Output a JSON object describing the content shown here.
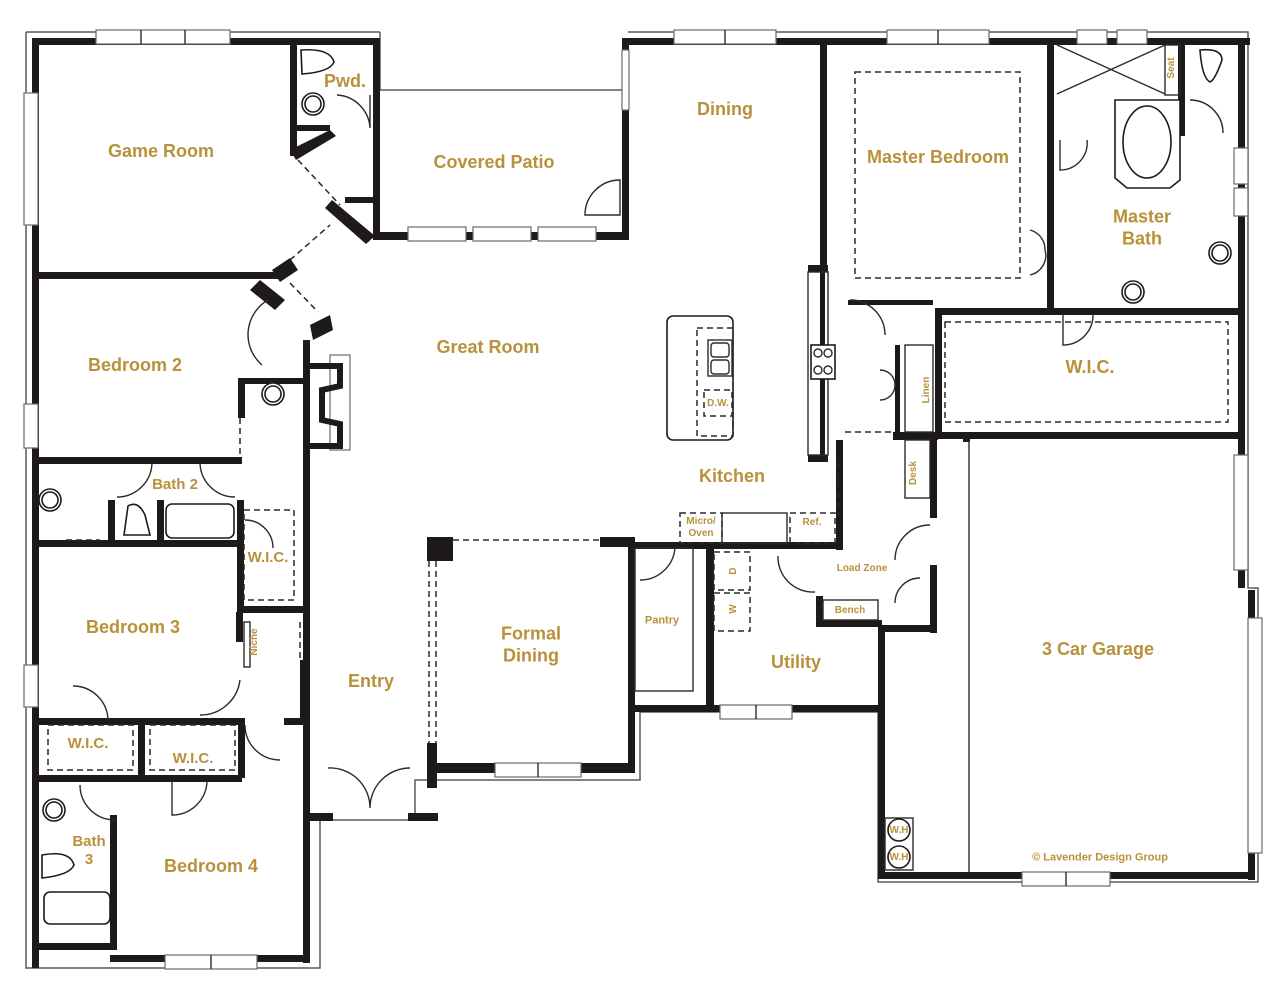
{
  "plan": {
    "label_color": "#b8913a",
    "wall_color": "#1e1a1a",
    "copyright": "© Lavender Design Group"
  },
  "rooms": {
    "game_room": "Game Room",
    "powder": "Pwd.",
    "covered_patio": "Covered Patio",
    "dining": "Dining",
    "master_bedroom": "Master Bedroom",
    "master_bath": "Master\nBath",
    "bedroom_2": "Bedroom 2",
    "great_room": "Great Room",
    "master_wic": "W.I.C.",
    "kitchen": "Kitchen",
    "bath_2": "Bath 2",
    "wic_bed2": "W.I.C.",
    "bedroom_3": "Bedroom 3",
    "formal_dining": "Formal\nDining",
    "pantry": "Pantry",
    "utility": "Utility",
    "three_car_garage": "3 Car Garage",
    "entry": "Entry",
    "wic_bed3": "W.I.C.",
    "wic_bed4": "W.I.C.",
    "bath_3": "Bath\n3",
    "bedroom_4": "Bedroom 4",
    "load_zone": "Load Zone",
    "bench": "Bench"
  },
  "fixtures": {
    "seat": "Seat",
    "linen": "Linen",
    "desk": "Desk",
    "niche": "Niche",
    "dishwasher": "D.W.",
    "micro_oven": "Micro/\nOven",
    "refrigerator": "Ref.",
    "dryer": "D",
    "washer": "W",
    "water_heater_1": "W.H",
    "water_heater_2": "W.H"
  }
}
